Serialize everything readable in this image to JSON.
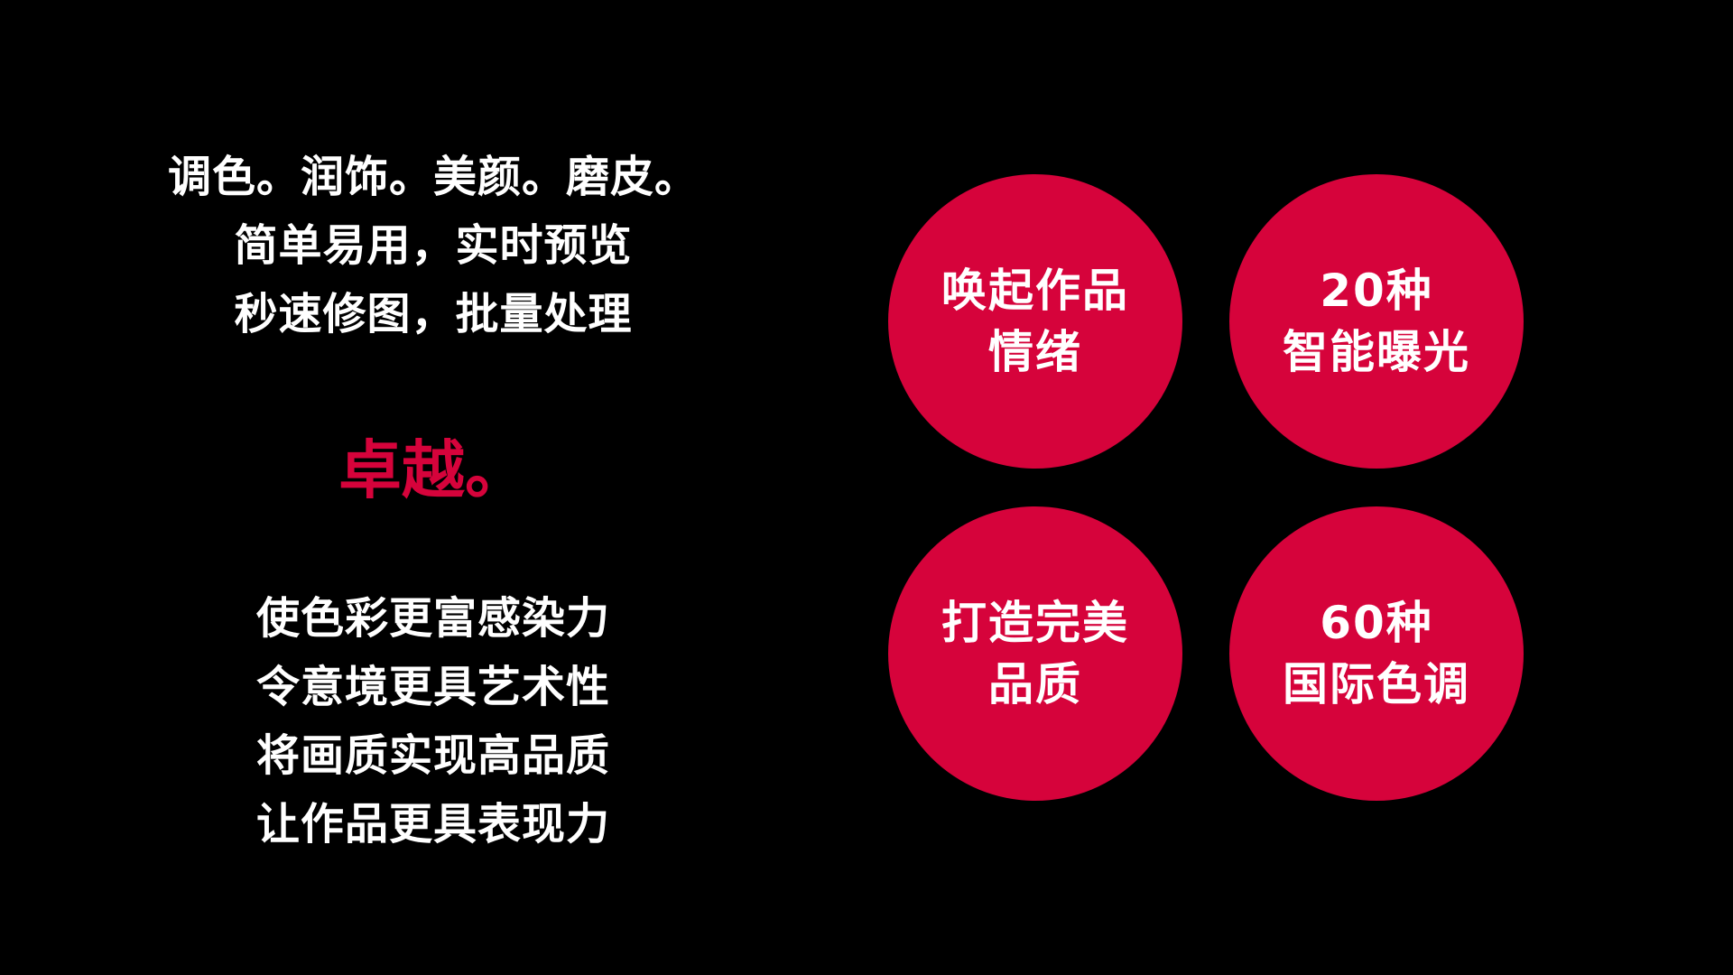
{
  "intro_lines": [
    "调色。润饰。美颜。磨皮。",
    "简单易用，实时预览",
    "秒速修图，批量处理"
  ],
  "headline": "卓越。",
  "benefit_lines": [
    "使色彩更富感染力",
    "令意境更具艺术性",
    "将画质实现高品质",
    "让作品更具表现力"
  ],
  "features": [
    {
      "line1": "唤起作品",
      "line2": "情绪"
    },
    {
      "line1": "20种",
      "line2": "智能曝光"
    },
    {
      "line1": "打造完美",
      "line2": "品质"
    },
    {
      "line1": "60种",
      "line2": "国际色调"
    }
  ],
  "colors": {
    "background": "#000000",
    "accent": "#d6033b",
    "text": "#ffffff"
  }
}
